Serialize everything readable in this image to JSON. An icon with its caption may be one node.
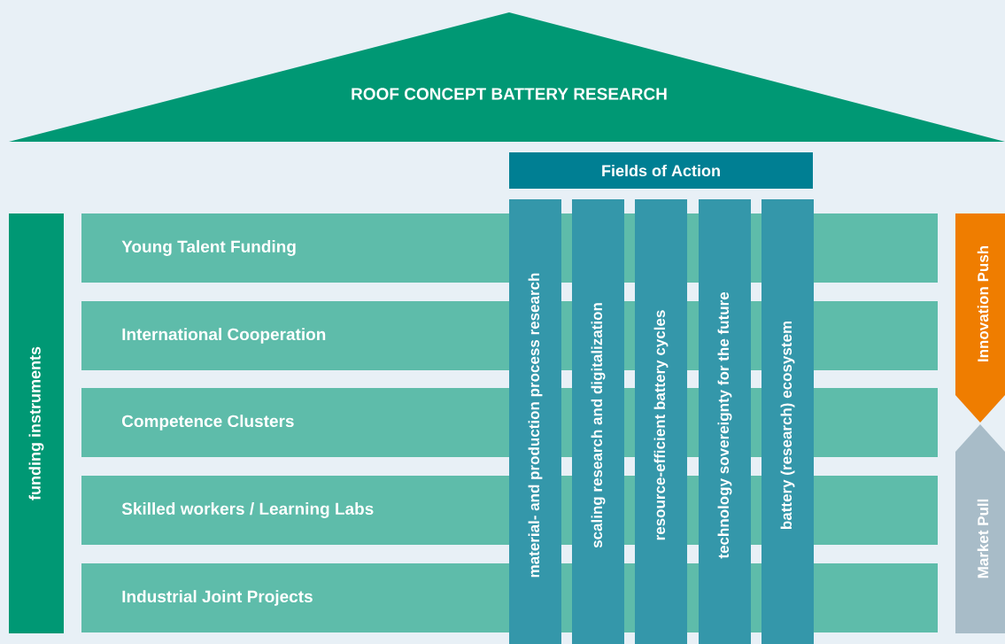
{
  "diagram": {
    "nodes": [
      {
        "text": [
          "ROOF CONCEPT BATTERY RESEARCH"
        ]
      },
      {
        "text": [
          "Fields of Action"
        ]
      },
      {
        "text": [
          "funding instruments"
        ]
      },
      {
        "text": [
          "Young Talent Funding"
        ]
      },
      {
        "text": [
          "International Cooperation"
        ]
      },
      {
        "text": [
          "Competence Clusters"
        ]
      },
      {
        "text": [
          "Skilled workers / Learning Labs"
        ]
      },
      {
        "text": [
          "Industrial Joint Projects"
        ]
      },
      {
        "text": [
          "material- and production process research"
        ]
      },
      {
        "text": [
          "scaling research and digitalization"
        ]
      },
      {
        "text": [
          "resource-efficient battery cycles"
        ]
      },
      {
        "text": [
          "technology sovereignty for the future"
        ]
      },
      {
        "text": [
          "battery (research) ecosystem"
        ]
      },
      {
        "text": [
          "Innovation Push"
        ]
      },
      {
        "text": [
          "Market Pull"
        ]
      }
    ]
  }
}
